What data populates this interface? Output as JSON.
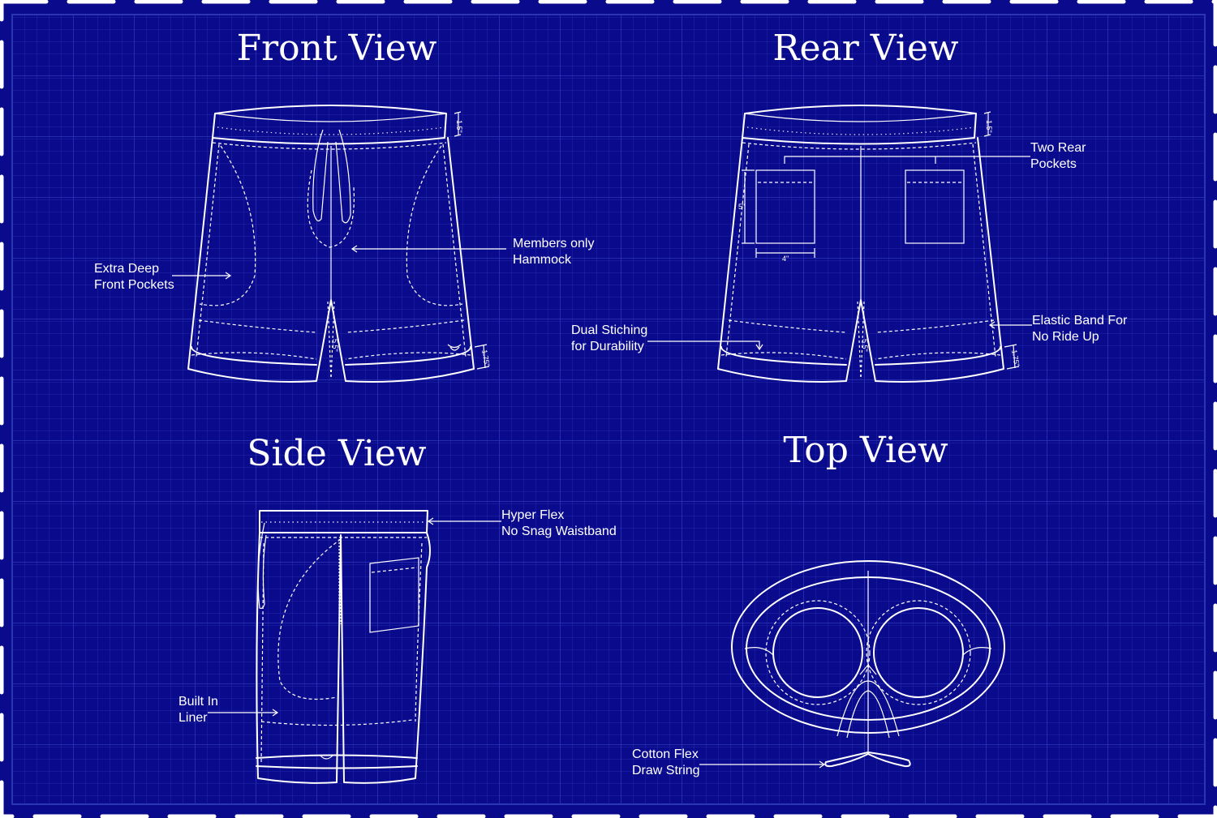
{
  "colors": {
    "background": "#0a0a8c",
    "grid_minor": "#1f28a6",
    "grid_major": "#2a36b4",
    "ink": "#ffffff"
  },
  "views": {
    "front": {
      "title": "Front View",
      "dims": {
        "waistband": "1.5\"",
        "inseam": "5.5\"",
        "hem": "1.75\""
      }
    },
    "rear": {
      "title": "Rear View",
      "dims": {
        "waistband": "1.5\"",
        "inseam": "5.5\"",
        "hem": "1.75\"",
        "pocket_height": "5\"",
        "pocket_width": "4\""
      }
    },
    "side": {
      "title": "Side View"
    },
    "top": {
      "title": "Top View"
    }
  },
  "annotations": {
    "front_pockets": [
      "Extra Deep",
      "Front Pockets"
    ],
    "hammock": [
      "Members only",
      "Hammock"
    ],
    "rear_pockets": [
      "Two Rear",
      "Pockets"
    ],
    "elastic": [
      "Elastic Band For",
      "No Ride Up"
    ],
    "stitching": [
      "Dual Stiching",
      "for Durability"
    ],
    "waistband": [
      "Hyper Flex",
      "No Snag Waistband"
    ],
    "liner": [
      "Built In",
      "Liner"
    ],
    "drawstring": [
      "Cotton Flex",
      "Draw String"
    ]
  }
}
